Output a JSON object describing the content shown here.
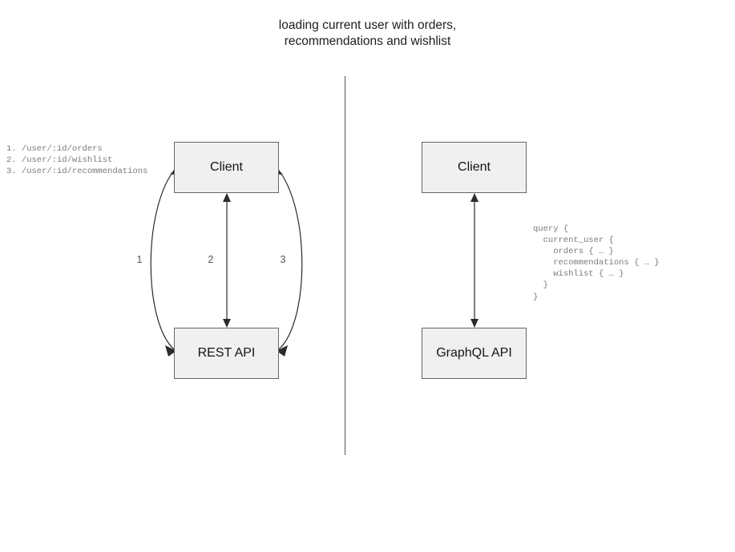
{
  "diagram": {
    "title": "loading current user with orders,\nrecommendations and wishlist",
    "divider_color": "#555555",
    "box_fill": "#f0f0f0",
    "box_border": "#666666",
    "arrow_color": "#2b2b2b"
  },
  "rest_side": {
    "client_label": "Client",
    "api_label": "REST API",
    "endpoints": "1. /user/:id/orders\n2. /user/:id/wishlist\n3. /user/:id/recommendations",
    "edges": [
      {
        "number": "1"
      },
      {
        "number": "2"
      },
      {
        "number": "3"
      }
    ]
  },
  "graphql_side": {
    "client_label": "Client",
    "api_label": "GraphQL API",
    "query": "query {\n  current_user {\n    orders { … }\n    recommendations { … }\n    wishlist { … }\n  }\n}"
  }
}
